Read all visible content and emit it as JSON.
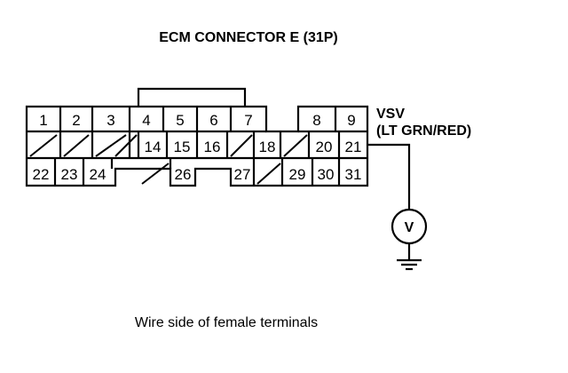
{
  "diagram": {
    "title": "ECM CONNECTOR E (31P)",
    "caption": "Wire side of female terminals",
    "wire": {
      "name": "VSV",
      "color": "(LT GRN/RED)"
    },
    "meter_symbol": "V",
    "rows": [
      [
        "1",
        "2",
        "3",
        "4",
        "5",
        "6",
        "7",
        "",
        "8",
        "9"
      ],
      [
        "/",
        "/",
        "/",
        "/",
        "14",
        "15",
        "16",
        "/",
        "18",
        "/",
        "20",
        "21"
      ],
      [
        "22",
        "23",
        "24",
        "",
        "/",
        "26",
        "",
        "27",
        "/",
        "29",
        "30",
        "31"
      ]
    ]
  }
}
